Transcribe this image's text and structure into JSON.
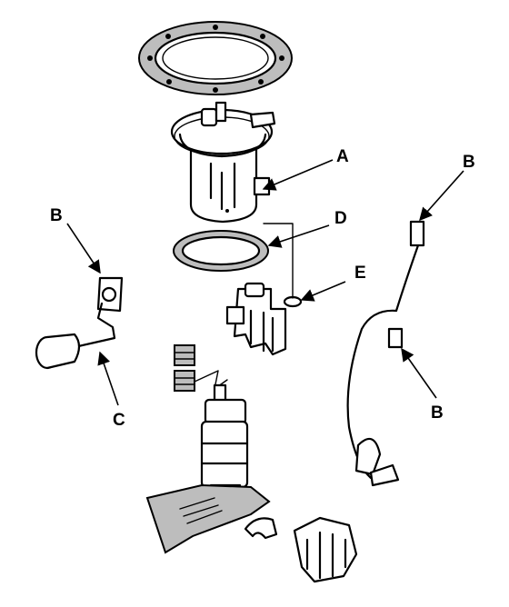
{
  "callouts": {
    "a": "A",
    "b_left": "B",
    "b_right_top": "B",
    "b_right_bottom": "B",
    "c": "C",
    "d": "D",
    "e": "E"
  },
  "colors": {
    "line": "#000000",
    "background": "#ffffff",
    "shade": "#bdbdbd"
  }
}
